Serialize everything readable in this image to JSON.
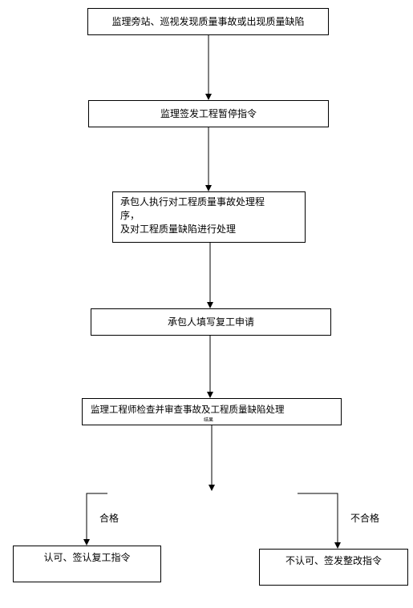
{
  "flowchart": {
    "step1": "监理旁站、巡视发现质量事故或出现质量缺陷",
    "step2": "监理签发工程暂停指令",
    "step3_line1": "承包人执行对工程质量事故处理程",
    "step3_line2": "序，",
    "step3_line3": "及对工程质量缺陷进行处理",
    "step4": "承包人填写复工申请",
    "step5": "监理工程师检查并审查事故及工程质量缺陷处理",
    "step5_overflow": "结果",
    "branch_pass_label": "合格",
    "branch_fail_label": "不合格",
    "outcome_pass": "认可、签认复工指令",
    "outcome_fail": "不认可、签发整改指令"
  }
}
